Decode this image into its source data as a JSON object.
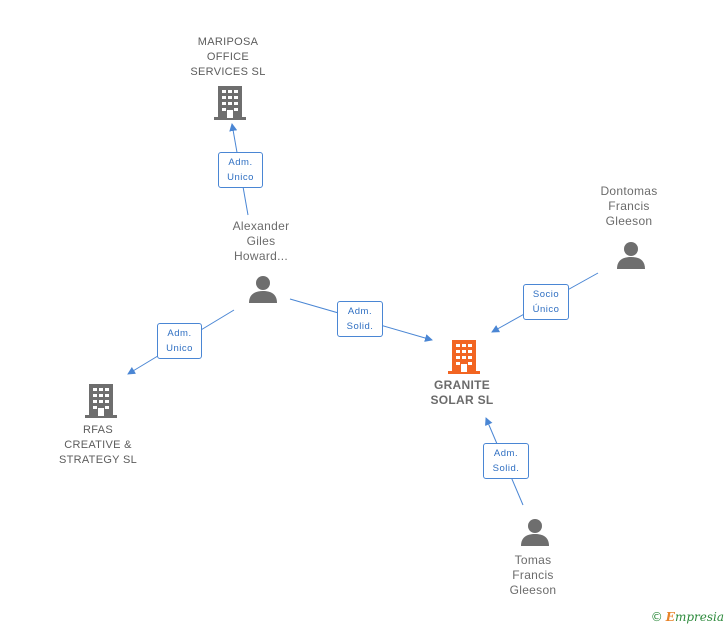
{
  "nodes": {
    "mariposa": {
      "label": "MARIPOSA\nOFFICE\nSERVICES SL"
    },
    "rfas": {
      "label": "RFAS\nCREATIVE &\nSTRATEGY  SL"
    },
    "granite": {
      "label": "GRANITE\nSOLAR SL"
    },
    "alexander": {
      "label": "Alexander\nGiles\nHoward..."
    },
    "dontomas": {
      "label": "Dontomas\nFrancis\nGleeson"
    },
    "tomas": {
      "label": "Tomas\nFrancis\nGleeson"
    }
  },
  "relations": {
    "alex_mariposa": "Adm.\nUnico",
    "alex_rfas": "Adm.\nUnico",
    "alex_granite": "Adm.\nSolid.",
    "dontomas_granite": "Socio\nÚnico",
    "tomas_granite": "Adm.\nSolid."
  },
  "colors": {
    "edge": "#4a86d4",
    "company_icon": "#6e6e6e",
    "focus_icon": "#f26522",
    "person_icon": "#6e6e6e"
  },
  "icons": {
    "company": "building-icon",
    "person": "person-icon"
  },
  "brand": {
    "copyright": "©",
    "first": "E",
    "rest": "mpresia"
  }
}
